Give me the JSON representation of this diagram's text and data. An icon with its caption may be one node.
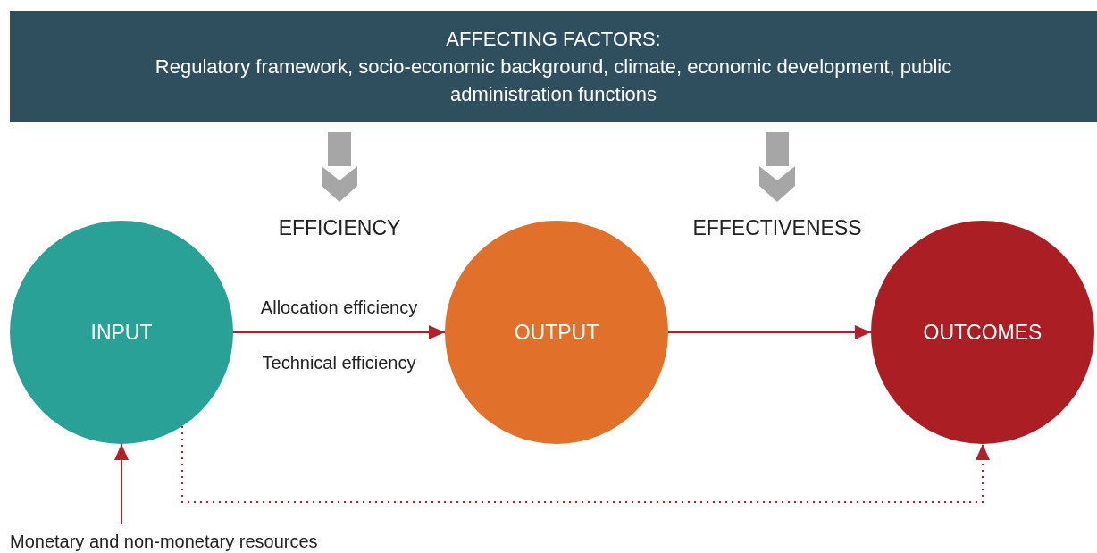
{
  "diagram": {
    "nodes": [
      {
        "text": [
          "AFFECTING FACTORS:",
          "Regulatory framework, socio-economic background, climate, economic development, public administration functions"
        ]
      },
      {
        "text": [
          "INPUT"
        ]
      },
      {
        "text": [
          "OUTPUT"
        ]
      },
      {
        "text": [
          "OUTCOMES"
        ]
      },
      {
        "text": [
          "Monetary and non-monetary resources"
        ]
      },
      {
        "text": [
          "EFFICIENCY"
        ]
      },
      {
        "text": [
          "EFFECTIVENESS"
        ]
      }
    ],
    "edges": [
      {
        "from": 0,
        "to": 5,
        "arrow": "to",
        "style": "thick",
        "color": "#a6a6a6"
      },
      {
        "from": 0,
        "to": 6,
        "arrow": "to",
        "style": "thick",
        "color": "#a6a6a6"
      },
      {
        "from": 1,
        "to": 2,
        "arrow": "to",
        "label": "Allocation efficiency"
      },
      {
        "from": 2,
        "to": 3,
        "arrow": "to"
      },
      {
        "from": 4,
        "to": 1,
        "arrow": "to"
      },
      {
        "from": 1,
        "to": 3,
        "arrow": "to",
        "style": "dashed"
      }
    ],
    "labels": [
      "Technical efficiency"
    ]
  }
}
